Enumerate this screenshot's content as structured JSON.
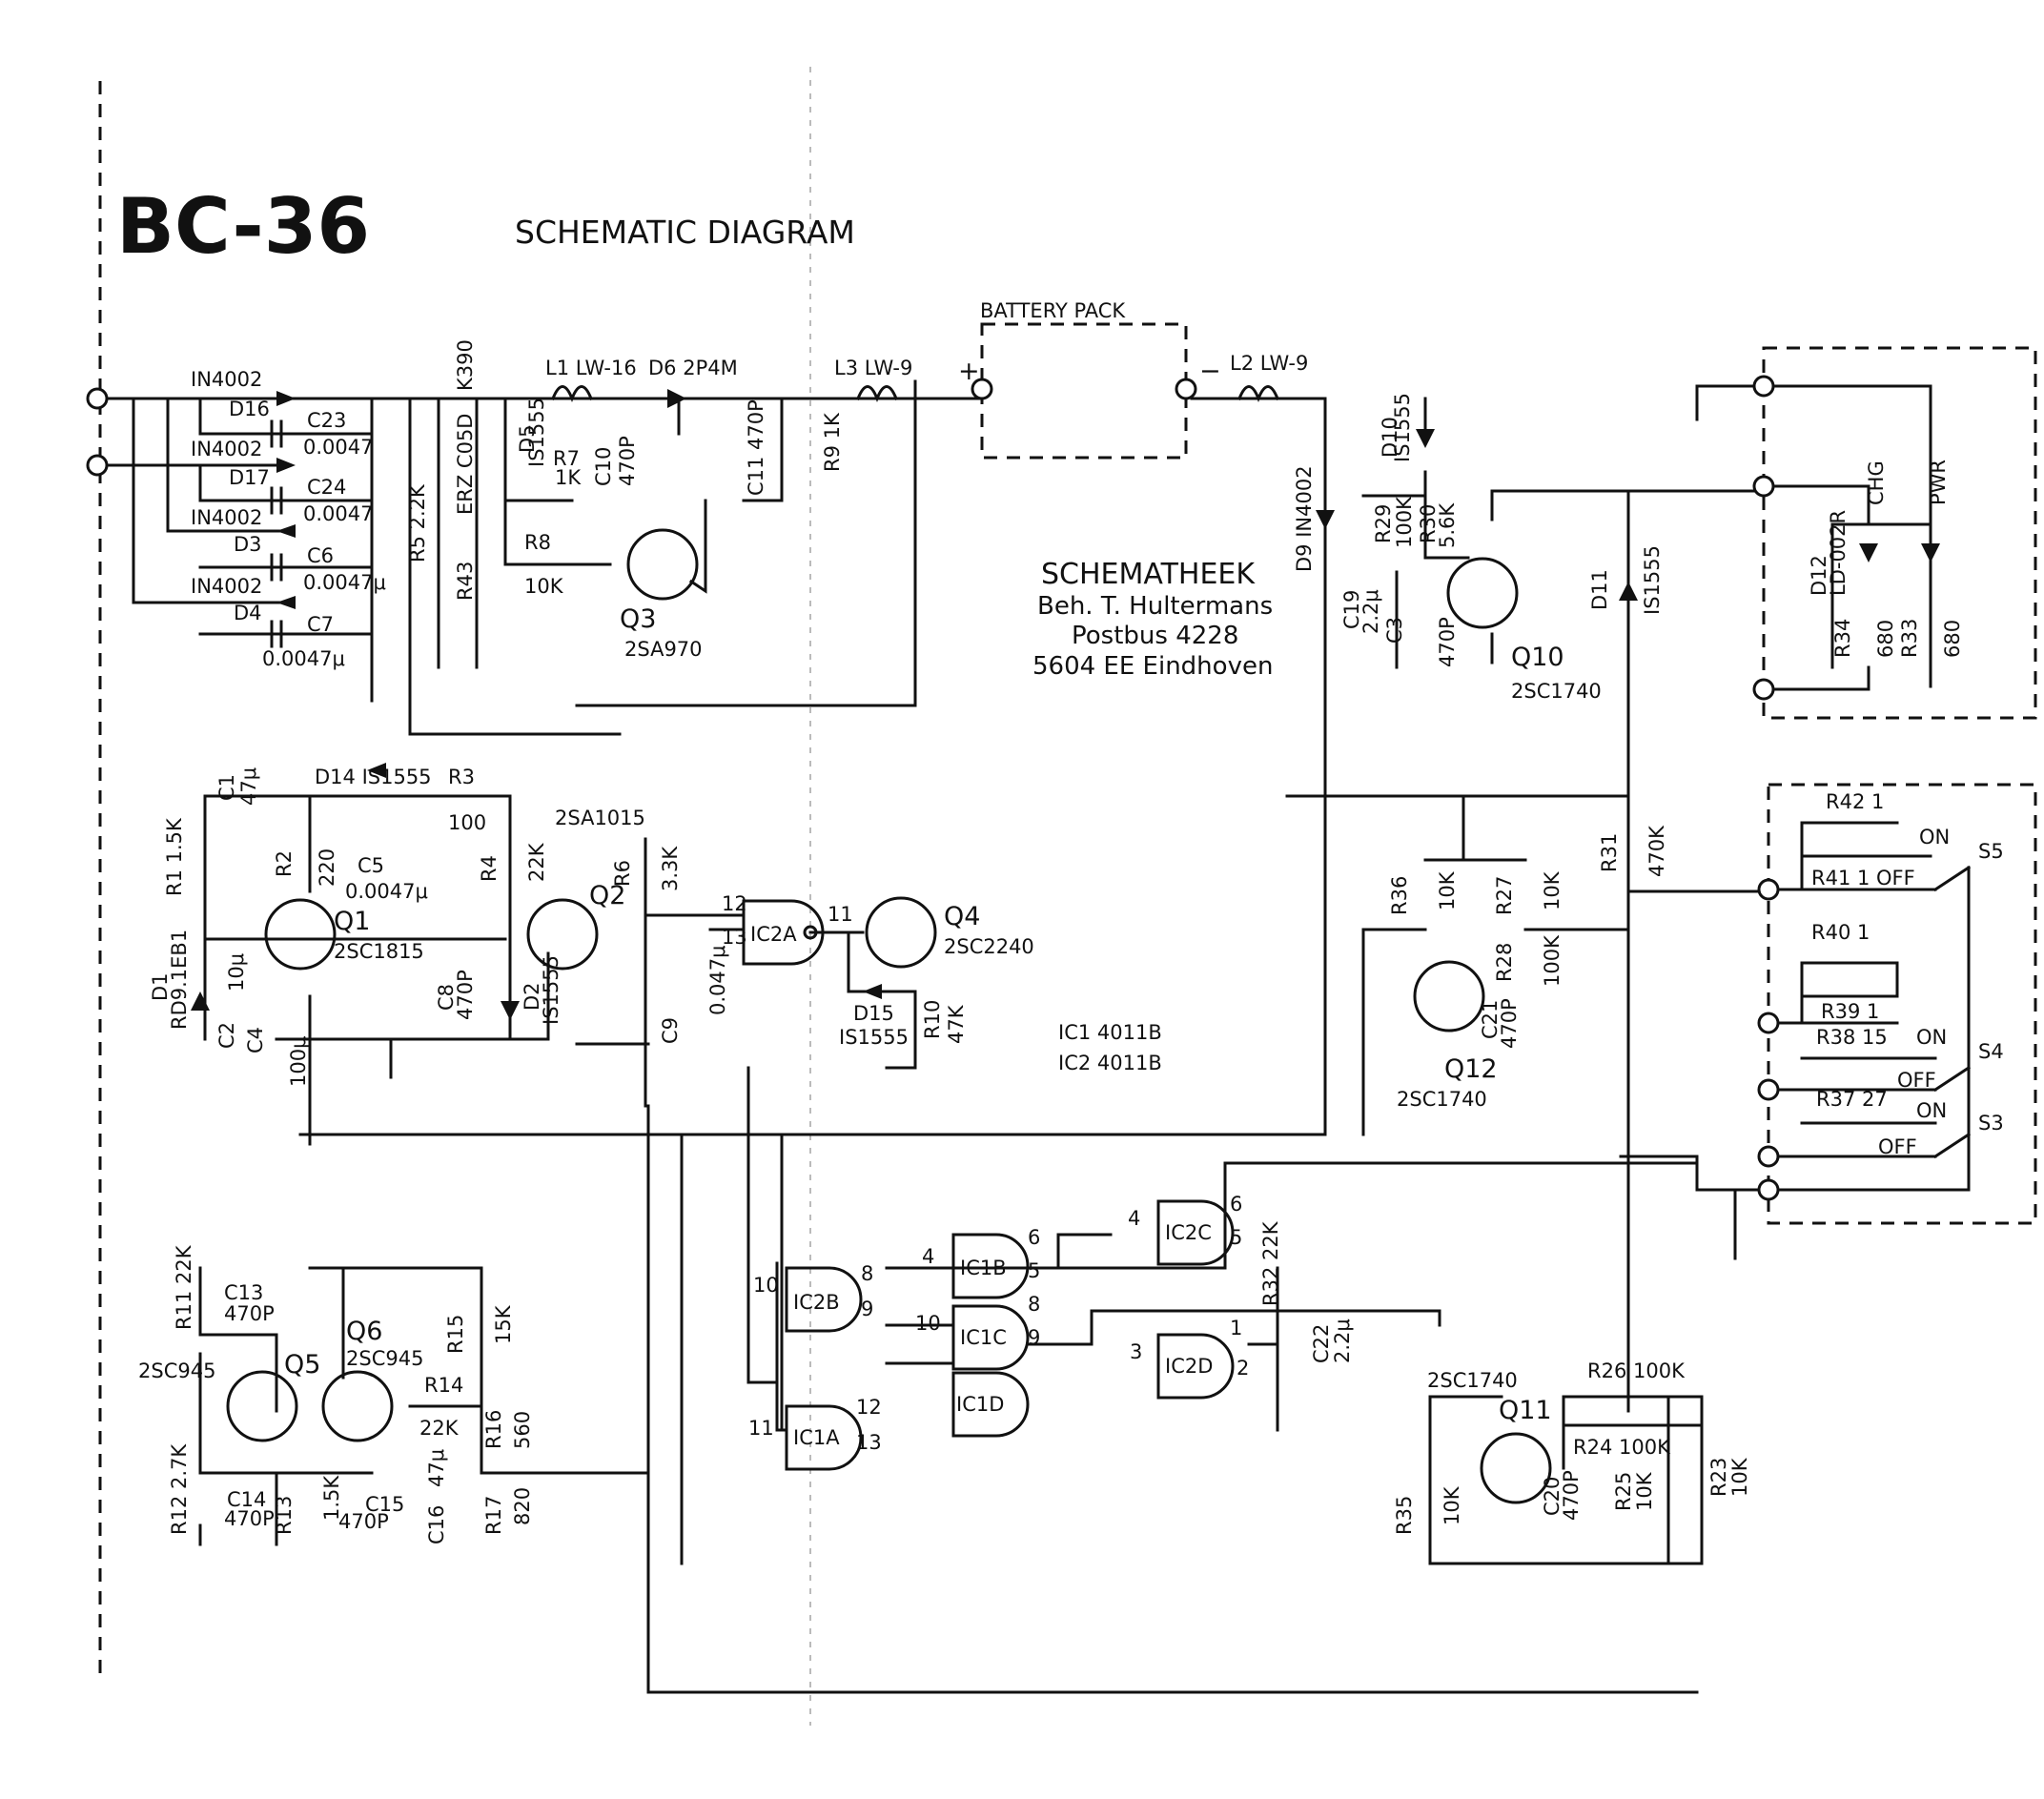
{
  "header": {
    "model": "BC-36",
    "subtitle": "SCHEMATIC DIAGRAM"
  },
  "stamp": [
    "SCHEMATHEEK",
    "Beh. T. Hultermans",
    "Postbus 4228",
    "5604 EE Eindhoven"
  ],
  "ic_notes": [
    "IC1 4011B",
    "IC2 4011B"
  ],
  "blocks": {
    "battery": "BATTERY PACK"
  },
  "labels": {
    "in1": "IN4002",
    "d16": "D16",
    "c23": "C23",
    "c23v": "0.0047",
    "in2": "IN4002",
    "d17": "D17",
    "c24": "C24",
    "c24v": "0.0047",
    "in3": "IN4002",
    "d3": "D3",
    "c6": "C6",
    "c6v": "0.0047μ",
    "in4": "IN4002",
    "d4": "D4",
    "c7": "C7",
    "c7v": "0.0047μ",
    "r5": "R5 2.2K",
    "r43": "R43",
    "erz": "ERZ C05D",
    "k390": "K390",
    "d5": "D5",
    "d5v": "IS1555",
    "l1": "L1 LW-16",
    "d6": "D6 2P4M",
    "r7": "R7",
    "r7v": "1K",
    "c10": "C10",
    "c10v": "470P",
    "r8": "R8",
    "r8v": "10K",
    "q3": "Q3",
    "q3v": "2SA970",
    "c11": "C11 470P",
    "r9": "R9 1K",
    "l3": "L3 LW-9",
    "l2": "L2 LW-9",
    "plus": "+",
    "minus": "−",
    "d9": "D9 IN4002",
    "d10": "D10",
    "d10v": "IS1555",
    "r29": "R29",
    "r29v": "100K",
    "r30": "R30",
    "r30v": "5.6K",
    "c19": "C19",
    "c19v": "2.2μ",
    "c3": "C3",
    "c3v": "470P",
    "q10": "Q10",
    "q10v": "2SC1740",
    "d11": "D11",
    "d11v": "IS1555",
    "d12": "D12",
    "d12v": "LD-002R",
    "chg": "CHG",
    "pwr": "PWR",
    "r34": "R34",
    "r34v": "680",
    "r33": "R33",
    "r33v": "680",
    "c1": "C1",
    "c1v": "47μ",
    "d14": "D14 IS1555",
    "r3": "R3",
    "r3v": "100",
    "r1": "R1 1.5K",
    "r2": "R2",
    "r2v": "220",
    "c5": "C5",
    "c5v": "0.0047μ",
    "q1": "Q1",
    "q1v": "2SC1815",
    "d1": "D1",
    "d1v": "RD9.1EB1",
    "c2": "C2",
    "c2v": "10μ",
    "c4": "C4",
    "c4v": "100μ",
    "r4": "R4",
    "r4v": "22K",
    "q2v": "2SA1015",
    "q2": "Q2",
    "c8": "C8",
    "c8v": "470P",
    "d2": "D2",
    "d2v": "IS1555",
    "r6": "R6",
    "r6v": "3.3K",
    "c9": "C9",
    "c9v": "0.047μ",
    "ic2a": "IC2A",
    "q4": "Q4",
    "q4v": "2SC2240",
    "d15": "D15",
    "d15v": "IS1555",
    "r10": "R10",
    "r10v": "47K",
    "r42": "R42 1",
    "s5on": "ON",
    "s5": "S5",
    "r41": "R41 1 OFF",
    "r40": "R40 1",
    "r39": "R39 1",
    "r38": "R38 15",
    "s4on": "ON",
    "s4": "S4",
    "s4off": "OFF",
    "r37": "R37 27",
    "s3on": "ON",
    "s3": "S3",
    "s3off": "OFF",
    "r36": "R36",
    "r36v": "10K",
    "r27": "R27",
    "r27v": "10K",
    "r28": "R28",
    "r28v": "100K",
    "c21": "C21",
    "c21v": "470P",
    "q12": "Q12",
    "q12v": "2SC1740",
    "r31": "R31",
    "r31v": "470K",
    "ic1b": "IC1B",
    "ic1c": "IC1C",
    "ic1d": "IC1D",
    "ic1a": "IC1A",
    "ic2b": "IC2B",
    "ic2c": "IC2C",
    "ic2d": "IC2D",
    "r32": "R32 22K",
    "c22": "C22",
    "c22v": "2.2μ",
    "q11v": "2SC1740",
    "q11": "Q11",
    "r26": "R26 100K",
    "r24": "R24 100K",
    "r35": "R35",
    "r35v": "10K",
    "c20": "C20",
    "c20v": "470P",
    "r25": "R25",
    "r25v": "10K",
    "r23": "R23",
    "r23v": "10K",
    "r11": "R11 22K",
    "c13": "C13",
    "c13v": "470P",
    "q5v": "2SC945",
    "q5": "Q5",
    "q6": "Q6",
    "q6v": "2SC945",
    "r15": "R15",
    "r15v": "15K",
    "r14": "R14",
    "r14v": "22K",
    "r16": "R16",
    "r16v": "560",
    "r17": "R17",
    "r17v": "820",
    "r12": "R12 2.7K",
    "c14": "C14",
    "c14v": "470P",
    "r13": "R13",
    "r13v": "1.5K",
    "c15": "C15",
    "c15v": "470P",
    "c16": "C16",
    "c16v": "47μ",
    "p8": "8",
    "p9": "9",
    "p10": "10",
    "p4": "4",
    "p6": "6",
    "p5": "5",
    "p8b": "8",
    "p9b": "9",
    "p10b": "10",
    "p4b": "4",
    "p5b": "5",
    "p6b": "6",
    "p3": "3",
    "p1": "1",
    "p2": "2",
    "p11": "11",
    "p12": "12",
    "p13": "13",
    "p12a": "12",
    "p13a": "13",
    "p11a": "11"
  }
}
